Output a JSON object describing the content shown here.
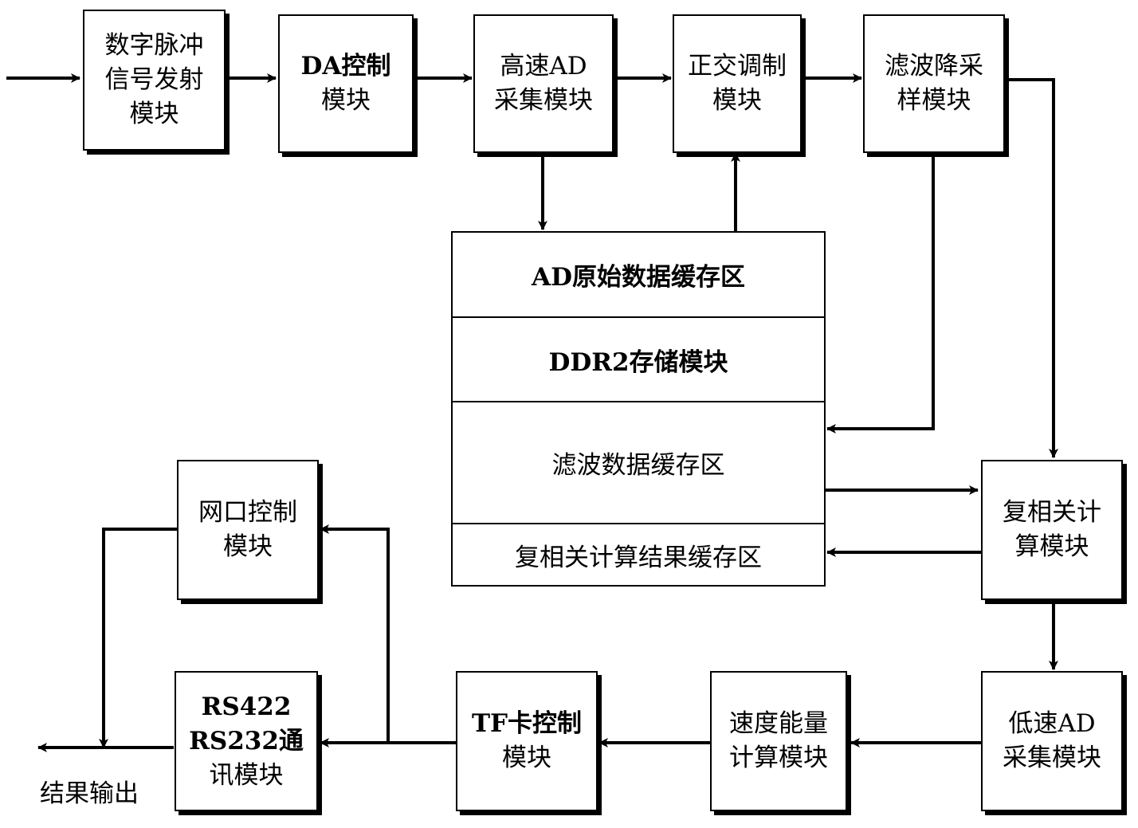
{
  "blocks": {
    "pulse_tx": [
      "数字脉冲",
      "信号发射",
      "模块"
    ],
    "da": [
      "DA控制",
      "模块"
    ],
    "ad_hs": [
      "高速AD",
      "采集模块"
    ],
    "quad": [
      "正交调制",
      "模块"
    ],
    "filter": [
      "滤波降采",
      "样模块"
    ],
    "corr": [
      "复相关计",
      "算模块"
    ],
    "ad_ls": [
      "低速AD",
      "采集模块"
    ],
    "speed": [
      "速度能量",
      "计算模块"
    ],
    "tf": [
      "TF卡控制",
      "模块"
    ],
    "rs": [
      "RS422",
      "RS232通",
      "讯模块"
    ],
    "net": [
      "网口控制",
      "模块"
    ]
  },
  "memory": {
    "ad_buffer": "AD原始数据缓存区",
    "ddr2": "DDR2存储模块",
    "filter_buffer": "滤波数据缓存区",
    "corr_buffer": "复相关计算结果缓存区"
  },
  "output_label": "结果输出"
}
